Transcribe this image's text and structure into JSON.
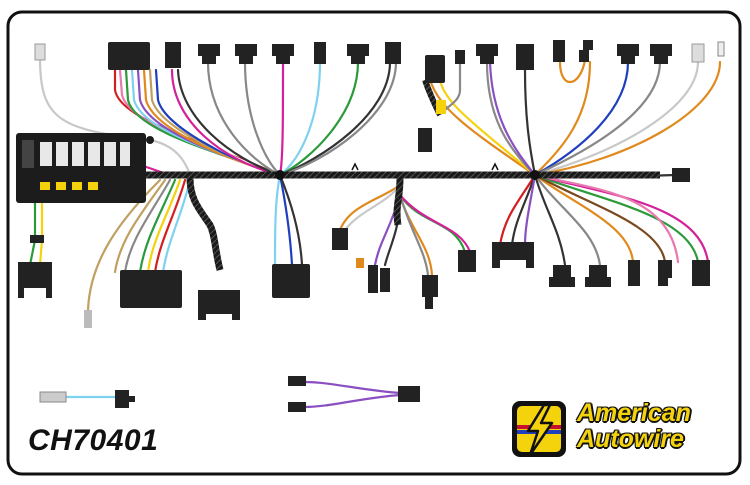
{
  "part_number": "CH70401",
  "brand": {
    "line1": "American",
    "line2": "Autowire",
    "logo": "lightning-bolt-badge"
  },
  "colors": {
    "harness": "#1a1a1a",
    "connector": "#222222",
    "brand_yellow": "#f4d20c",
    "frame": "#111111"
  }
}
